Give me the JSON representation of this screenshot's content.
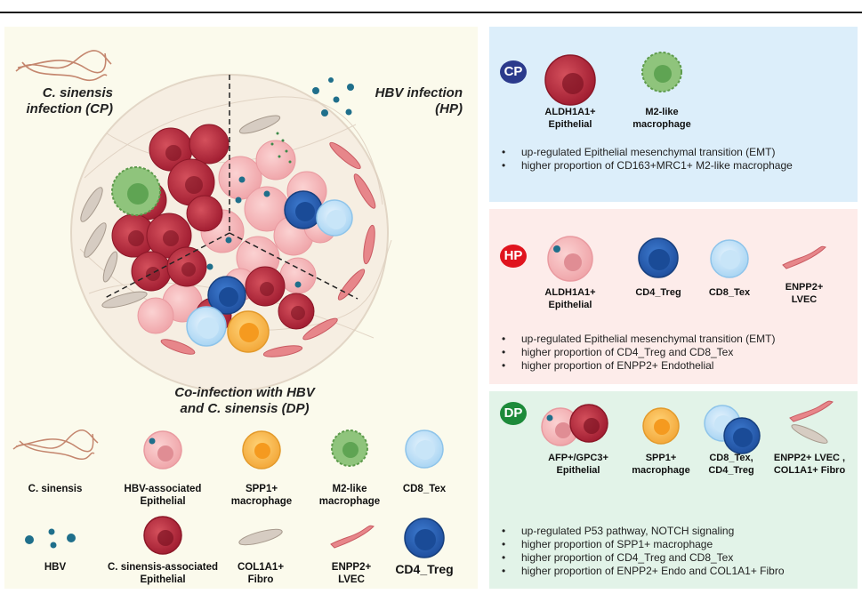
{
  "left": {
    "cp_label": [
      "C. sinensis",
      "infection (CP)"
    ],
    "hp_label": [
      "HBV infection",
      "(HP)"
    ],
    "dp_label": [
      "Co-infection with HBV",
      "and C. sinensis (DP)"
    ],
    "legend": {
      "c_sinensis": [
        "C. sinensis"
      ],
      "hbv_epi": [
        "HBV-associated",
        "Epithelial"
      ],
      "spp1": [
        "SPP1+",
        "macrophage"
      ],
      "m2": [
        "M2-like",
        "macrophage"
      ],
      "cd8": [
        "CD8_Tex"
      ],
      "hbv": [
        "HBV"
      ],
      "cs_epi": [
        "C. sinensis-associated",
        "Epithelial"
      ],
      "col1a1": [
        "COL1A1+",
        "Fibro"
      ],
      "enpp2": [
        "ENPP2+",
        "LVEC"
      ],
      "cd4": [
        "CD4_Treg"
      ]
    }
  },
  "cp": {
    "badge": "CP",
    "badge_color": "#2b3a8c",
    "cells": {
      "c1": [
        "ALDH1A1+",
        "Epithelial"
      ],
      "c2": [
        "M2-like",
        "macrophage"
      ]
    },
    "bullets": [
      "up-regulated Epithelial mesenchymal transition (EMT)",
      "higher proportion of CD163+MRC1+ M2-like macrophage"
    ]
  },
  "hp": {
    "badge": "HP",
    "badge_color": "#e0141e",
    "cells": {
      "c1": [
        "ALDH1A1+",
        "Epithelial"
      ],
      "c2": [
        "CD4_Treg"
      ],
      "c3": [
        "CD8_Tex"
      ],
      "c4": [
        "ENPP2+",
        "LVEC"
      ]
    },
    "bullets": [
      "up-regulated Epithelial mesenchymal transition (EMT)",
      "higher proportion of CD4_Treg and CD8_Tex",
      "higher proportion of ENPP2+ Endothelial"
    ]
  },
  "dp": {
    "badge": "DP",
    "badge_color": "#1d8a3a",
    "cells": {
      "c1": [
        "AFP+/GPC3+",
        "Epithelial"
      ],
      "c2": [
        "SPP1+",
        "macrophage"
      ],
      "c3": [
        "CD8_Tex,",
        "CD4_Treg"
      ],
      "c4": [
        "ENPP2+ LVEC ,",
        "COL1A1+ Fibro"
      ]
    },
    "bullets": [
      "up-regulated P53 pathway, NOTCH signaling",
      "higher proportion of SPP1+ macrophage",
      "higher proportion of CD4_Treg and CD8_Tex",
      "higher proportion of ENPP2+ Endo and COL1A1+ Fibro"
    ]
  }
}
